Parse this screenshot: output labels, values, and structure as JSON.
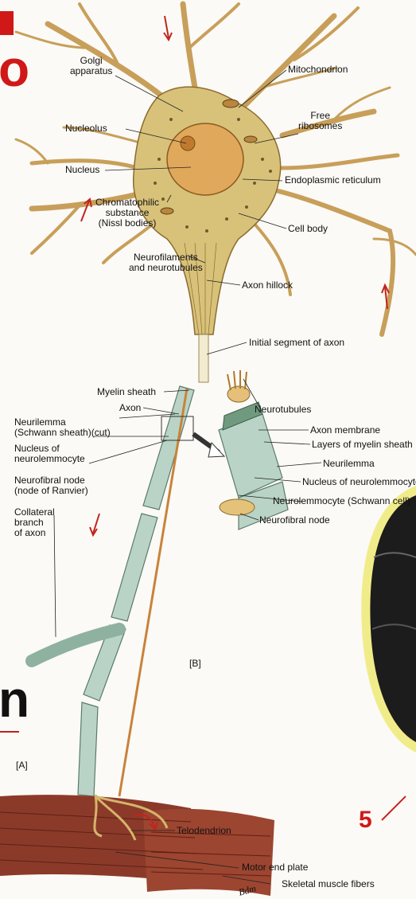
{
  "labels": {
    "golgi": "Golgi\napparatus",
    "mitochondrion": "Mitochondrion",
    "free_ribosomes": "Free\nribosomes",
    "nucleolus": "Nucleolus",
    "nucleus": "Nucleus",
    "er": "Endoplasmic reticulum",
    "chromatophilic": "Chromatophilic\nsubstance\n(Nissl bodies)",
    "cell_body": "Cell body",
    "neurofilaments": "Neurofilaments\nand neurotubules",
    "axon_hillock": "Axon hillock",
    "initial_segment": "Initial segment of axon",
    "myelin_sheath": "Myelin sheath",
    "axon": "Axon",
    "neurilemma_cut": "Neurilemma\n(Schwann sheath)(cut)",
    "nucleus_neurolemmocyte": "Nucleus of\nneurolemmocyte",
    "neurofibral_node_ranvier": "Neurofibral node\n(node of Ranvier)",
    "collateral": "Collateral\nbranch\nof axon",
    "neurotubules": "Neurotubules",
    "axon_membrane": "Axon membrane",
    "layers_myelin": "Layers of myelin sheath",
    "neurilemma": "Neurilemma",
    "nucleus_neurolemmocyte_2": "Nucleus of neurolemmocyte",
    "neurolemmocyte": "Neurolemmocyte (Schwann cell)",
    "neurofibral_node": "Neurofibral node",
    "panel_b": "[B]",
    "panel_a": "[A]",
    "telodendrion": "Telodendrion",
    "motor_end_plate": "Motor end plate",
    "skeletal_muscle": "Skeletal muscle fibers",
    "signature": "Bdm"
  },
  "overlay": {
    "left_letter_top": "o",
    "left_letter_bottom": "n",
    "number_5": "5"
  },
  "colors": {
    "cell_body": "#d8c27a",
    "dendrite": "#dab873",
    "axon_sheath": "#b9d4c6",
    "muscle": "#8b3a2a",
    "red_accent": "#d01818",
    "arrow_red": "#c0251c"
  }
}
